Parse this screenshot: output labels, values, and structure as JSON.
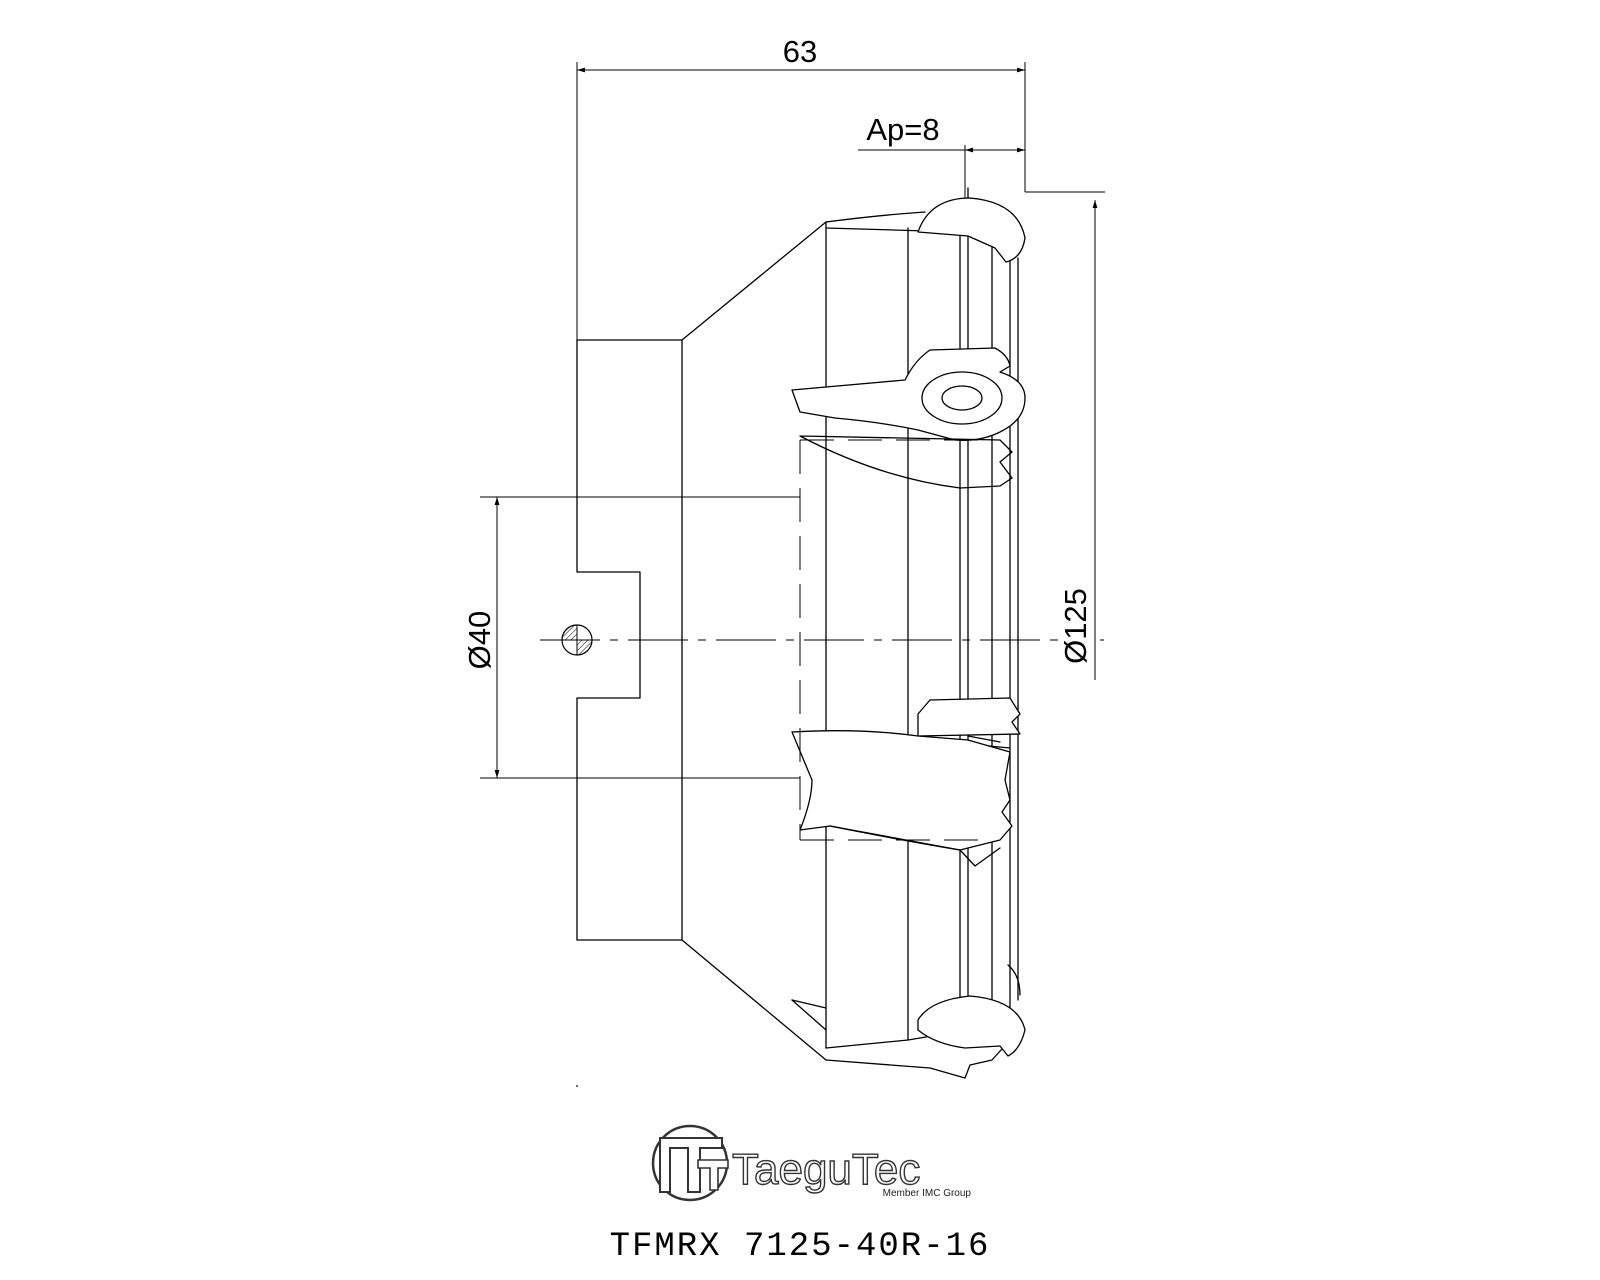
{
  "dimensions": {
    "overall_length": "63",
    "depth_of_cut": "Ap=8",
    "bore_diameter": "Ø40",
    "cutter_diameter": "Ø125"
  },
  "brand": {
    "logo_text": "TaeguTec",
    "tagline": "Member IMC Group"
  },
  "model_code": "TFMRX 7125-40R-16"
}
